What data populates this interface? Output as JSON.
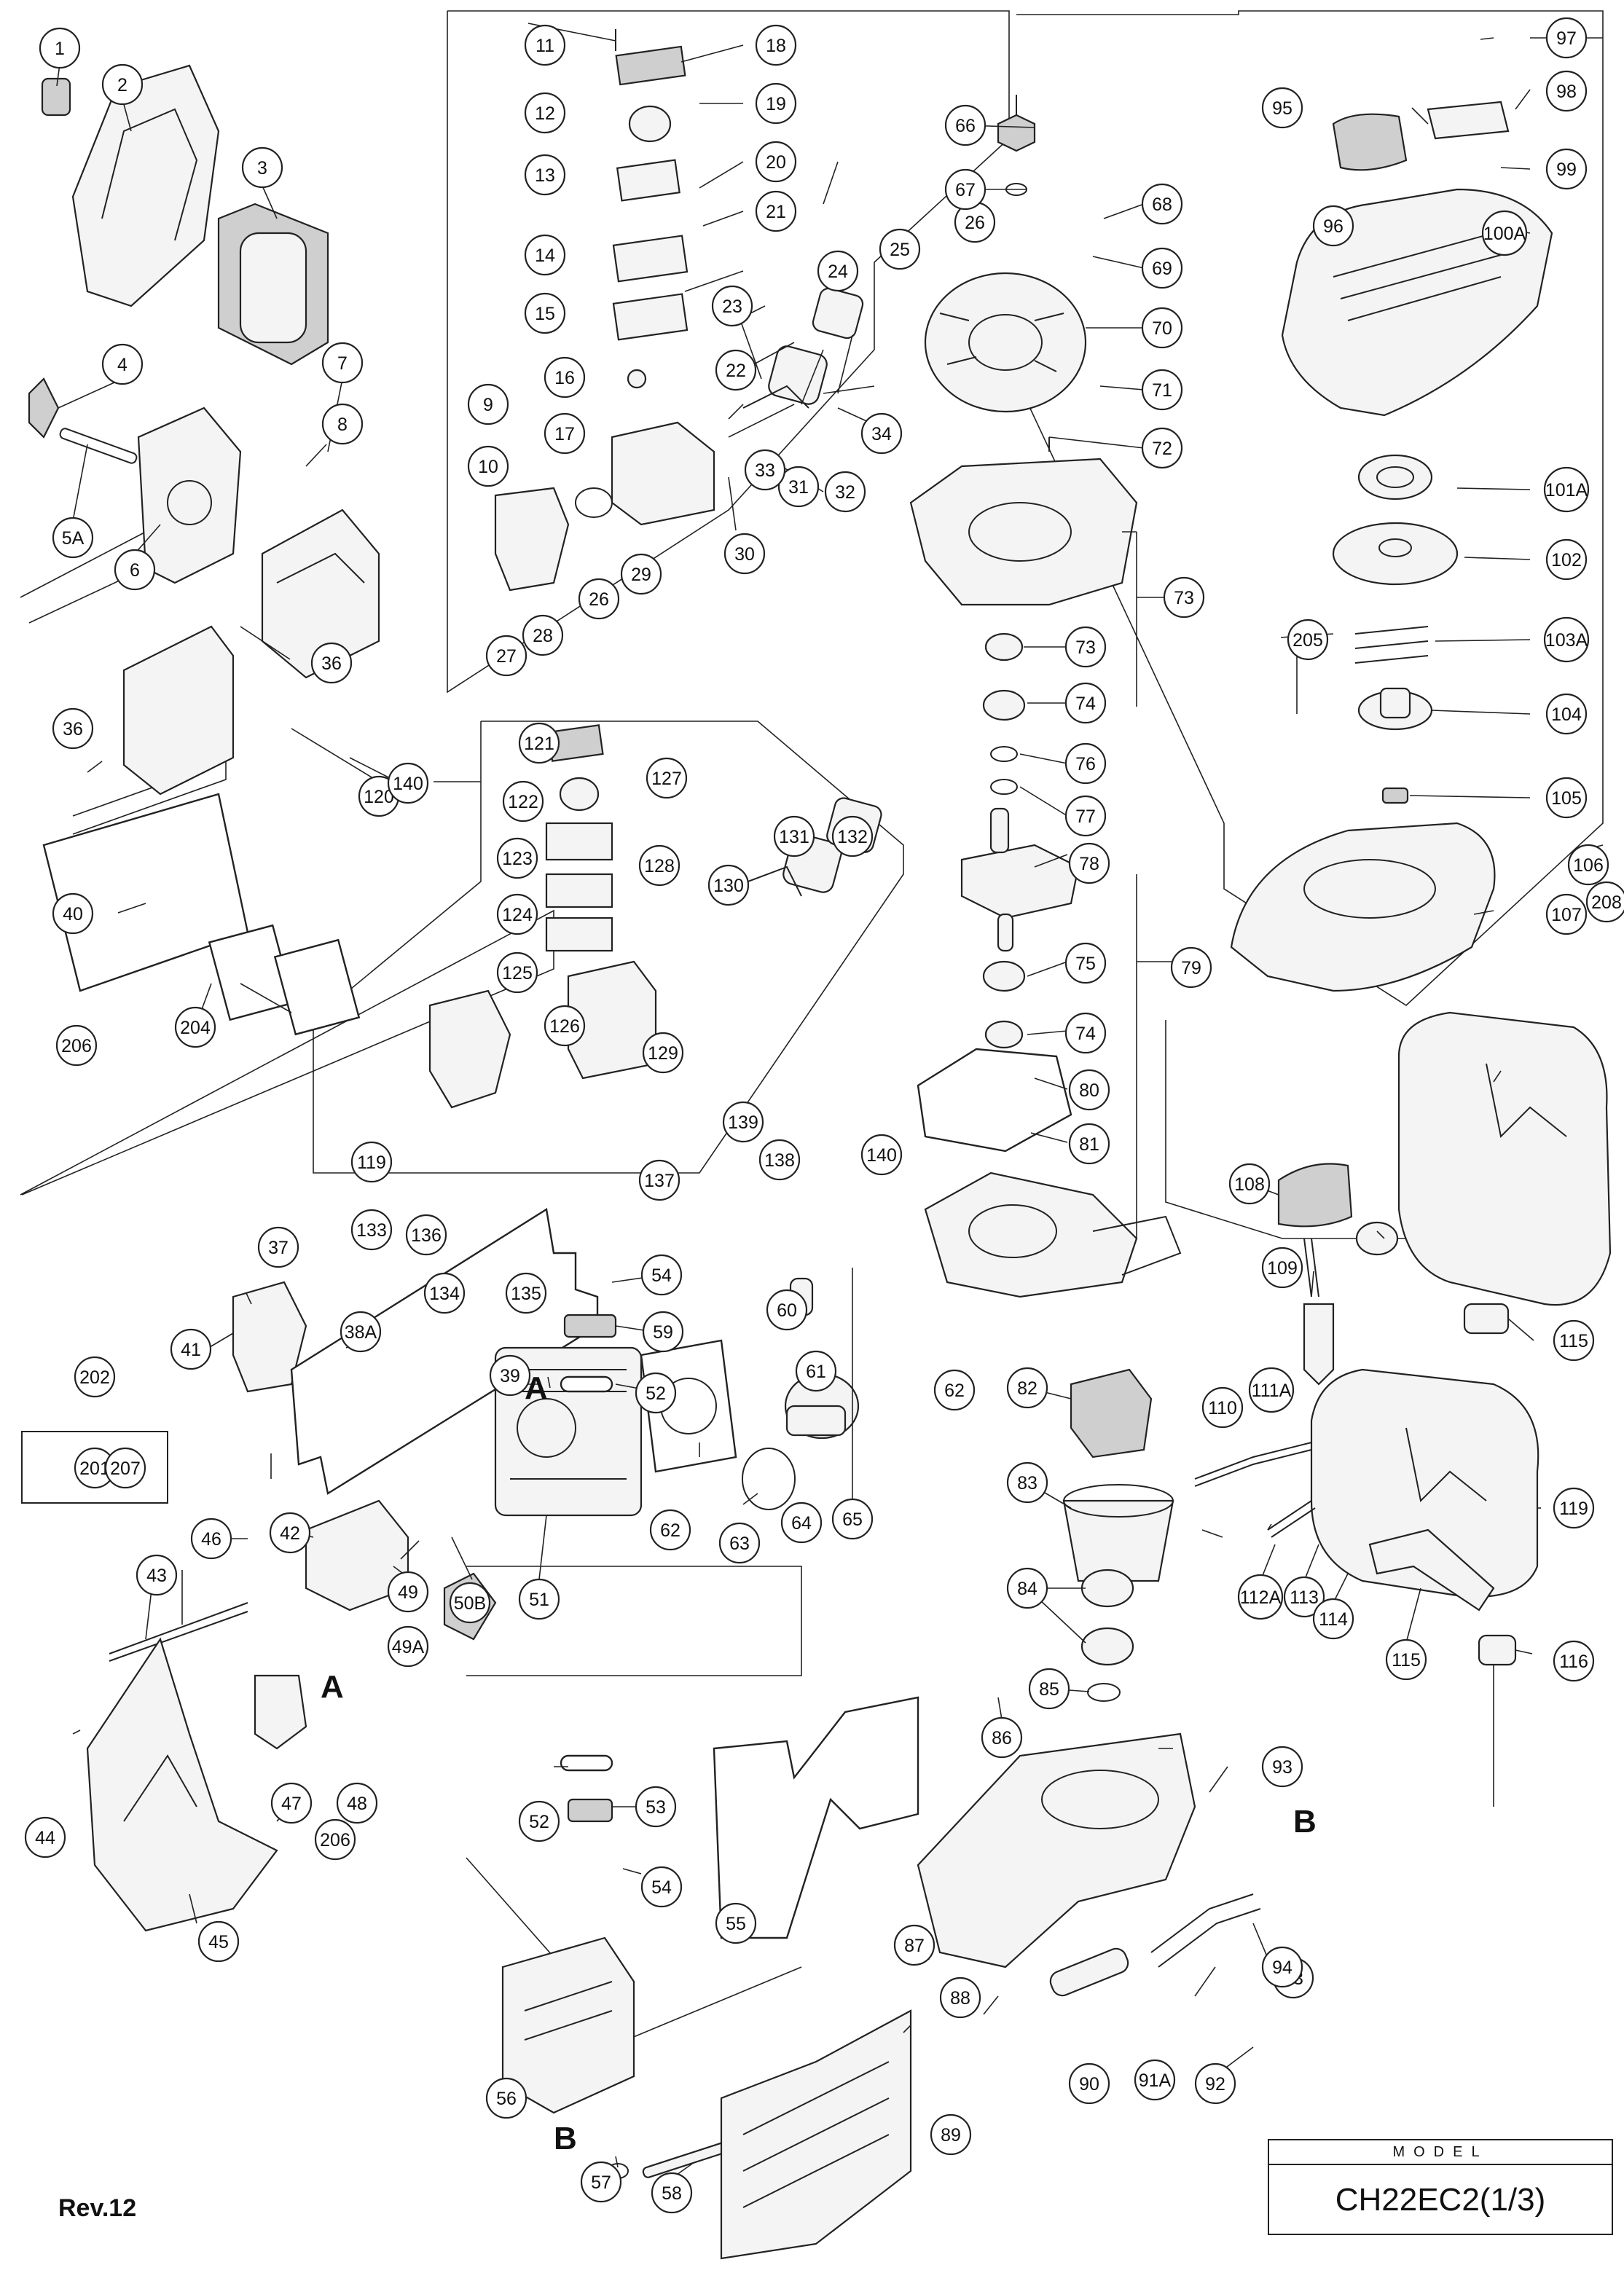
{
  "revision": "Rev.12",
  "model_box": {
    "caption": "MODEL",
    "value": "CH22EC2(1/3)"
  },
  "reference_letters": [
    "A",
    "A",
    "B",
    "B"
  ],
  "part_numbers": [
    "1",
    "2",
    "3",
    "4",
    "5A",
    "6",
    "7",
    "8",
    "9",
    "10",
    "11",
    "12",
    "13",
    "14",
    "15",
    "16",
    "17",
    "18",
    "19",
    "20",
    "21",
    "22",
    "23",
    "24",
    "25",
    "26",
    "26",
    "27",
    "28",
    "29",
    "30",
    "31",
    "32",
    "33",
    "34",
    "36",
    "36",
    "37",
    "38A",
    "39",
    "40",
    "41",
    "42",
    "43",
    "44",
    "45",
    "46",
    "47",
    "48",
    "49",
    "49A",
    "50B",
    "51",
    "52",
    "52",
    "53",
    "54",
    "54",
    "55",
    "56",
    "57",
    "58",
    "59",
    "60",
    "61",
    "62",
    "62",
    "63",
    "64",
    "65",
    "66",
    "67",
    "68",
    "69",
    "70",
    "71",
    "72",
    "73",
    "73",
    "74",
    "74",
    "75",
    "76",
    "77",
    "78",
    "79",
    "80",
    "81",
    "82",
    "83",
    "84",
    "85",
    "86",
    "87",
    "88",
    "89",
    "90",
    "91A",
    "92",
    "93",
    "93",
    "94",
    "95",
    "96",
    "97",
    "98",
    "99",
    "100A",
    "101A",
    "102",
    "103A",
    "104",
    "105",
    "106",
    "107",
    "108",
    "109",
    "110",
    "111A",
    "112A",
    "113",
    "114",
    "115",
    "115",
    "116",
    "119",
    "119",
    "120",
    "121",
    "122",
    "123",
    "124",
    "125",
    "126",
    "127",
    "128",
    "129",
    "130",
    "131",
    "132",
    "133",
    "134",
    "135",
    "136",
    "137",
    "138",
    "139",
    "140",
    "140",
    "201",
    "202",
    "204",
    "205",
    "206",
    "206",
    "207",
    "208"
  ]
}
